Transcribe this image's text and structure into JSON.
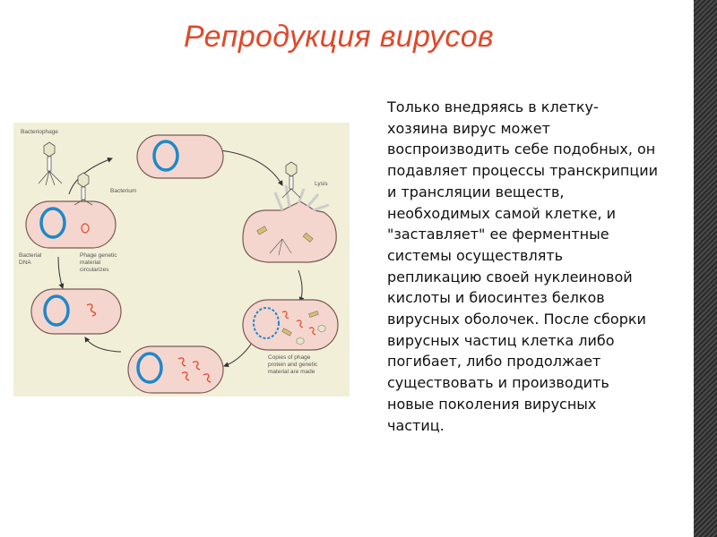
{
  "slide": {
    "title": "Репродукция вирусов",
    "body": "Только внедряясь в клетку-\nхозяина вирус может\nвоспроизводить себе подобных, он\nподавляет процессы транскрипции\nи трансляции веществ,\nнеобходимых самой клетке, и\n\"заставляет\" ее ферментные\nсистемы осуществлять\nрепликацию своей нуклеиновой\nкислоты и биосинтез белков\nвирусных оболочек. После сборки\nвирусных частиц клетка либо\nпогибает, либо продолжает\nсуществовать и производить\nновые поколения вирусных\nчастиц."
  },
  "figure": {
    "labels": {
      "bacteriophage": "Bacteriophage",
      "bacterium": "Bacterium",
      "bacterial_dna_1": "Bacterial",
      "bacterial_dna_2": "DNA",
      "phage_genetic_1": "Phage genetic",
      "phage_genetic_2": "material",
      "phage_genetic_3": "circularizes",
      "lysis": "Lysis",
      "copies_1": "Copies of phage",
      "copies_2": "protein and genetic",
      "copies_3": "material are made"
    },
    "colors": {
      "cell_fill": "#f4d6cf",
      "cell_stroke": "#7a5a55",
      "bacterial_dna": "#1e88c8",
      "phage_dna": "#e04a2a",
      "background": "#f2efd8"
    }
  }
}
